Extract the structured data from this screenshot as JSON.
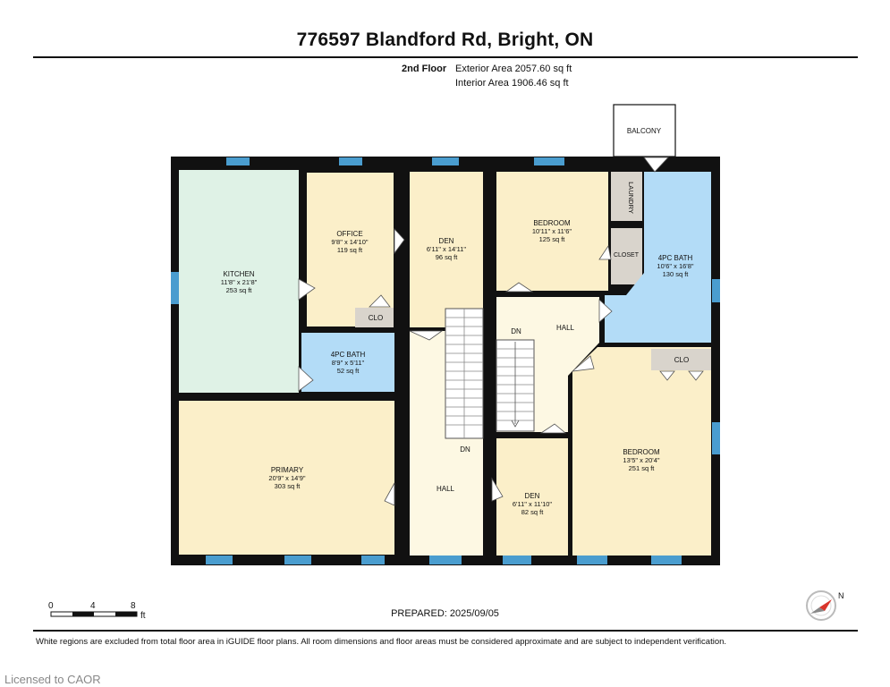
{
  "header": {
    "title": "776597 Blandford Rd, Bright, ON",
    "floor": "2nd Floor",
    "exterior_area": "Exterior Area 2057.60 sq ft",
    "interior_area": "Interior Area 1906.46 sq ft"
  },
  "rooms": {
    "kitchen": {
      "name": "KITCHEN",
      "dims": "11'8\" x 21'8\"",
      "area": "253 sq ft"
    },
    "office": {
      "name": "OFFICE",
      "dims": "9'8\" x 14'10\"",
      "area": "119 sq ft"
    },
    "den_top": {
      "name": "DEN",
      "dims": "6'11\" x 14'11\"",
      "area": "96 sq ft"
    },
    "bedroom_top": {
      "name": "BEDROOM",
      "dims": "10'11\" x 11'6\"",
      "area": "125 sq ft"
    },
    "bath_right": {
      "name": "4PC BATH",
      "dims": "10'6\" x 16'8\"",
      "area": "130 sq ft"
    },
    "bath_small": {
      "name": "4PC BATH",
      "dims": "8'9\" x 5'11\"",
      "area": "52 sq ft"
    },
    "primary": {
      "name": "PRIMARY",
      "dims": "20'9\" x 14'9\"",
      "area": "303 sq ft"
    },
    "bedroom_bottom": {
      "name": "BEDROOM",
      "dims": "13'5\" x 20'4\"",
      "area": "251 sq ft"
    },
    "den_bottom": {
      "name": "DEN",
      "dims": "6'11\" x 11'10\"",
      "area": "82 sq ft"
    }
  },
  "labels": {
    "balcony": "BALCONY",
    "laundry": "LAUNDRY",
    "closet": "CLOSET",
    "clo_office": "CLO",
    "clo_bedroom": "CLO",
    "hall_left": "HALL",
    "hall_right": "HALL",
    "dn_left": "DN",
    "dn_right": "DN"
  },
  "scale": {
    "ticks": [
      "0",
      "4",
      "8"
    ],
    "unit": "ft"
  },
  "compass": {
    "label": "N"
  },
  "footer": {
    "prepared": "PREPARED: 2025/09/05",
    "disclaimer": "White regions are excluded from total floor area in iGUIDE floor plans. All room dimensions and floor areas must be considered approximate and are subject to independent verification.",
    "license": "Licensed to CAOR"
  },
  "colors": {
    "wall": "#111111",
    "kitchen": "#dff2e6",
    "warm_room": "#fbefc9",
    "hall": "#fdf8e3",
    "bath": "#b3dcf7",
    "closet": "#d9d4cc",
    "window": "#4a9dcf"
  }
}
